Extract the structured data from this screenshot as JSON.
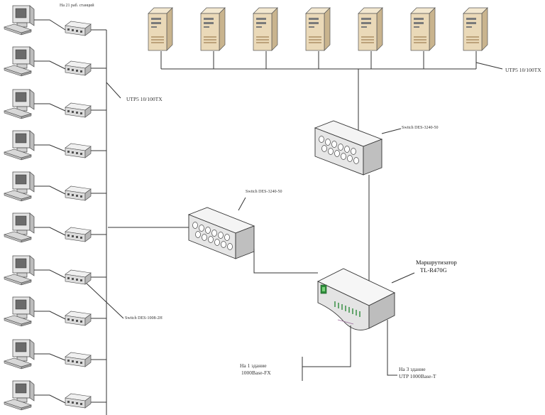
{
  "labels": {
    "workstations_note": "На 21 раб. станций",
    "server_cable": "UTP5 10/100TX",
    "workstation_cable": "UTP5 10/100TX",
    "core_switch": "Switch DES-3240-50",
    "mid_switch": "Switch DES-3240-50",
    "access_switch": "Switch DES-1008-2H",
    "router_name": "Маршрутизатор",
    "router_model": "TL-R470G",
    "uplink_building1_line1": "На 1 здание",
    "uplink_building1_line2": "1000Base-FX",
    "uplink_building3_line1": "На 3 здание",
    "uplink_building3_line2": "UTP 1000Base-T"
  },
  "counts": {
    "servers": 7,
    "workstations": 10
  },
  "colors": {
    "line": "#333333",
    "device_body": "#e9e9e9",
    "server_body": "#ead9b8",
    "router_led": "#2d8a3a",
    "pink_cable": "#9a6a9a"
  }
}
